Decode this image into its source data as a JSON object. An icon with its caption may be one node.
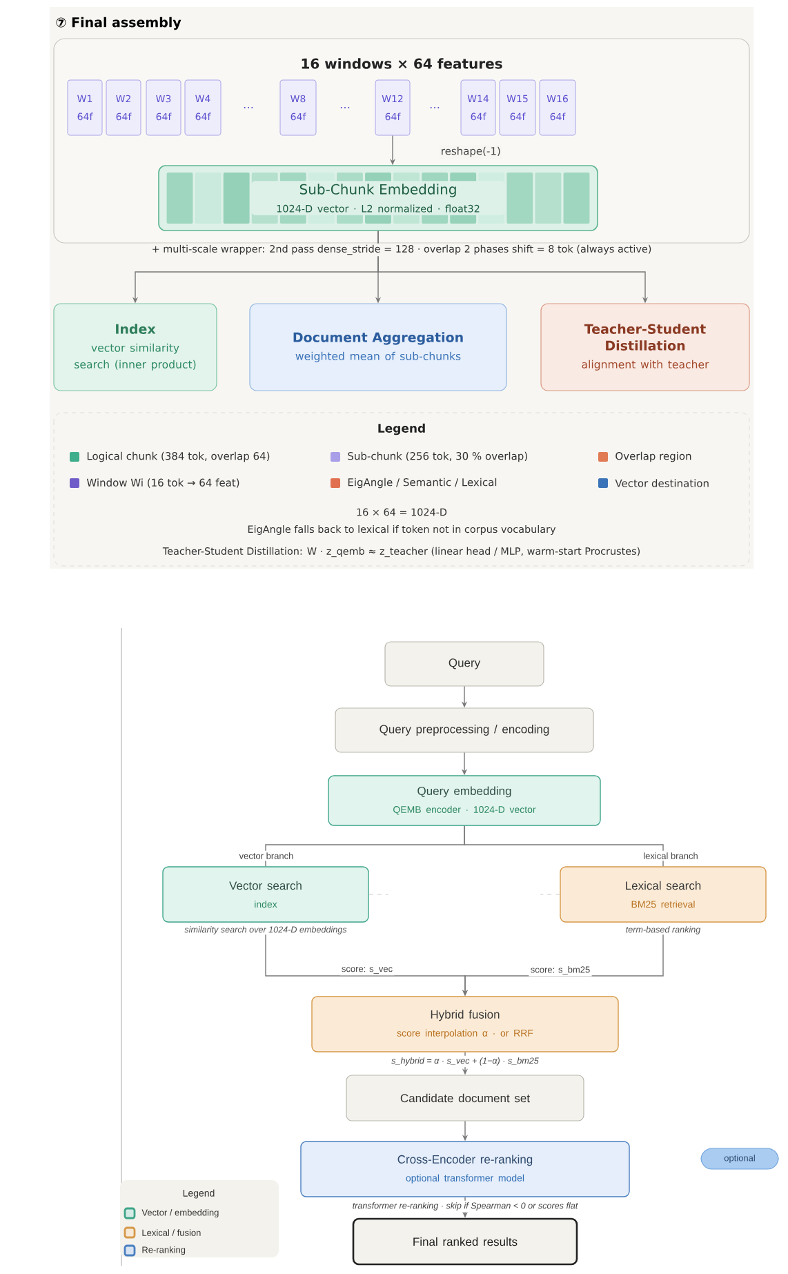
{
  "diagram": {
    "title": "⑦ Final assembly",
    "nodes": [
      {
        "text": [
          "16 windows × 64 features"
        ]
      },
      {
        "text": [
          "W1",
          "64f"
        ],
        "in": 0
      },
      {
        "text": [
          "W2",
          "64f"
        ],
        "in": 0
      },
      {
        "text": [
          "W3",
          "64f"
        ],
        "in": 0
      },
      {
        "text": [
          "W4",
          "64f"
        ],
        "in": 0
      },
      {
        "text": [
          "W8",
          "64f"
        ],
        "in": 0
      },
      {
        "text": [
          "W12",
          "64f"
        ],
        "in": 0
      },
      {
        "text": [
          "W14",
          "64f"
        ],
        "in": 0
      },
      {
        "text": [
          "W15",
          "64f"
        ],
        "in": 0
      },
      {
        "text": [
          "W16",
          "64f"
        ],
        "in": 0
      },
      {
        "text": [
          "Sub-Chunk Embedding",
          "1024-D vector · L2 normalized · float32"
        ],
        "in": 0
      },
      {
        "text": [
          "Index",
          "vector similarity search (inner product)"
        ]
      },
      {
        "text": [
          "Document Aggregation",
          "weighted mean of sub-chunks"
        ]
      },
      {
        "text": [
          "Teacher-Student Distillation",
          "alignment with teacher"
        ]
      },
      {
        "text": [
          "Query"
        ]
      },
      {
        "text": [
          "Query preprocessing / encoding"
        ]
      },
      {
        "text": [
          "Query embedding",
          "QEMB encoder · 1024-D vector"
        ]
      },
      {
        "text": [
          "Vector search",
          "index"
        ],
        "beside": [
          "similarity search over 1024-D embeddings"
        ]
      },
      {
        "text": [
          "Lexical search",
          "BM25 retrieval"
        ],
        "beside": [
          "term-based ranking"
        ]
      },
      {
        "text": [
          "Hybrid fusion",
          "score interpolation α · or RRF"
        ]
      },
      {
        "text": [
          "Candidate document set"
        ]
      },
      {
        "text": [
          "Cross-Encoder re-ranking",
          "optional transformer model"
        ]
      },
      {
        "text": [
          "Final ranked results"
        ]
      },
      {
        "text": [
          "optional"
        ]
      }
    ],
    "edges": [
      {
        "from": 6,
        "to": 10,
        "arrow": "to",
        "label": "reshape(-1)"
      },
      {
        "from": 10,
        "to": 11,
        "arrow": "to"
      },
      {
        "from": 10,
        "to": 12,
        "arrow": "to"
      },
      {
        "from": 10,
        "to": 13,
        "arrow": "to"
      },
      {
        "from": 14,
        "to": 15,
        "arrow": "to"
      },
      {
        "from": 15,
        "to": 16,
        "arrow": "to"
      },
      {
        "from": 16,
        "to": 17,
        "arrow": "none",
        "label": "vector branch"
      },
      {
        "from": 16,
        "to": 18,
        "arrow": "none",
        "label": "lexical branch"
      },
      {
        "from": 17,
        "to": 19,
        "arrow": "to",
        "label": "score: s_vec"
      },
      {
        "from": 18,
        "to": 19,
        "arrow": "to",
        "label": "score: s_bm25"
      },
      {
        "from": 19,
        "to": 20,
        "arrow": "to",
        "label": "s_hybrid = α · s_vec + (1−α) · s_bm25"
      },
      {
        "from": 20,
        "to": 21,
        "arrow": "to"
      },
      {
        "from": 21,
        "to": 22,
        "arrow": "to",
        "label": "transformer re-ranking · skip if Spearman < 0 or scores flat"
      }
    ],
    "labels": [
      "…",
      "…",
      "…",
      "+ multi-scale wrapper: 2nd pass dense_stride = 128 · overlap 2 phases shift = 8 tok (always active)",
      "Legend",
      "16 × 64 = 1024-D",
      "EigAngle falls back to lexical if token not in corpus vocabulary",
      "Teacher-Student Distillation: W · z_qemb ≈ z_teacher (linear head / MLP, warm-start Procrustes)",
      "Legend"
    ],
    "legend": [
      {
        "text": "Logical chunk (384 tok, overlap 64)",
        "color": "#3fae8c"
      },
      {
        "text": "Sub-chunk (256 tok, 30 % overlap)",
        "color": "#a99ee8"
      },
      {
        "text": "Overlap region",
        "color": "#e07b54"
      },
      {
        "text": "Window Wi (16 tok → 64 feat)",
        "color": "#6f5cc9"
      },
      {
        "text": "EigAngle / Semantic / Lexical",
        "color": "#e0704f"
      },
      {
        "text": "Vector destination",
        "color": "#3a73b8"
      },
      {
        "text": "Vector / embedding",
        "color": "#3fa58a"
      },
      {
        "text": "Lexical / fusion",
        "color": "#d6994a"
      },
      {
        "text": "Re-ranking",
        "color": "#4a7fc1"
      }
    ]
  }
}
